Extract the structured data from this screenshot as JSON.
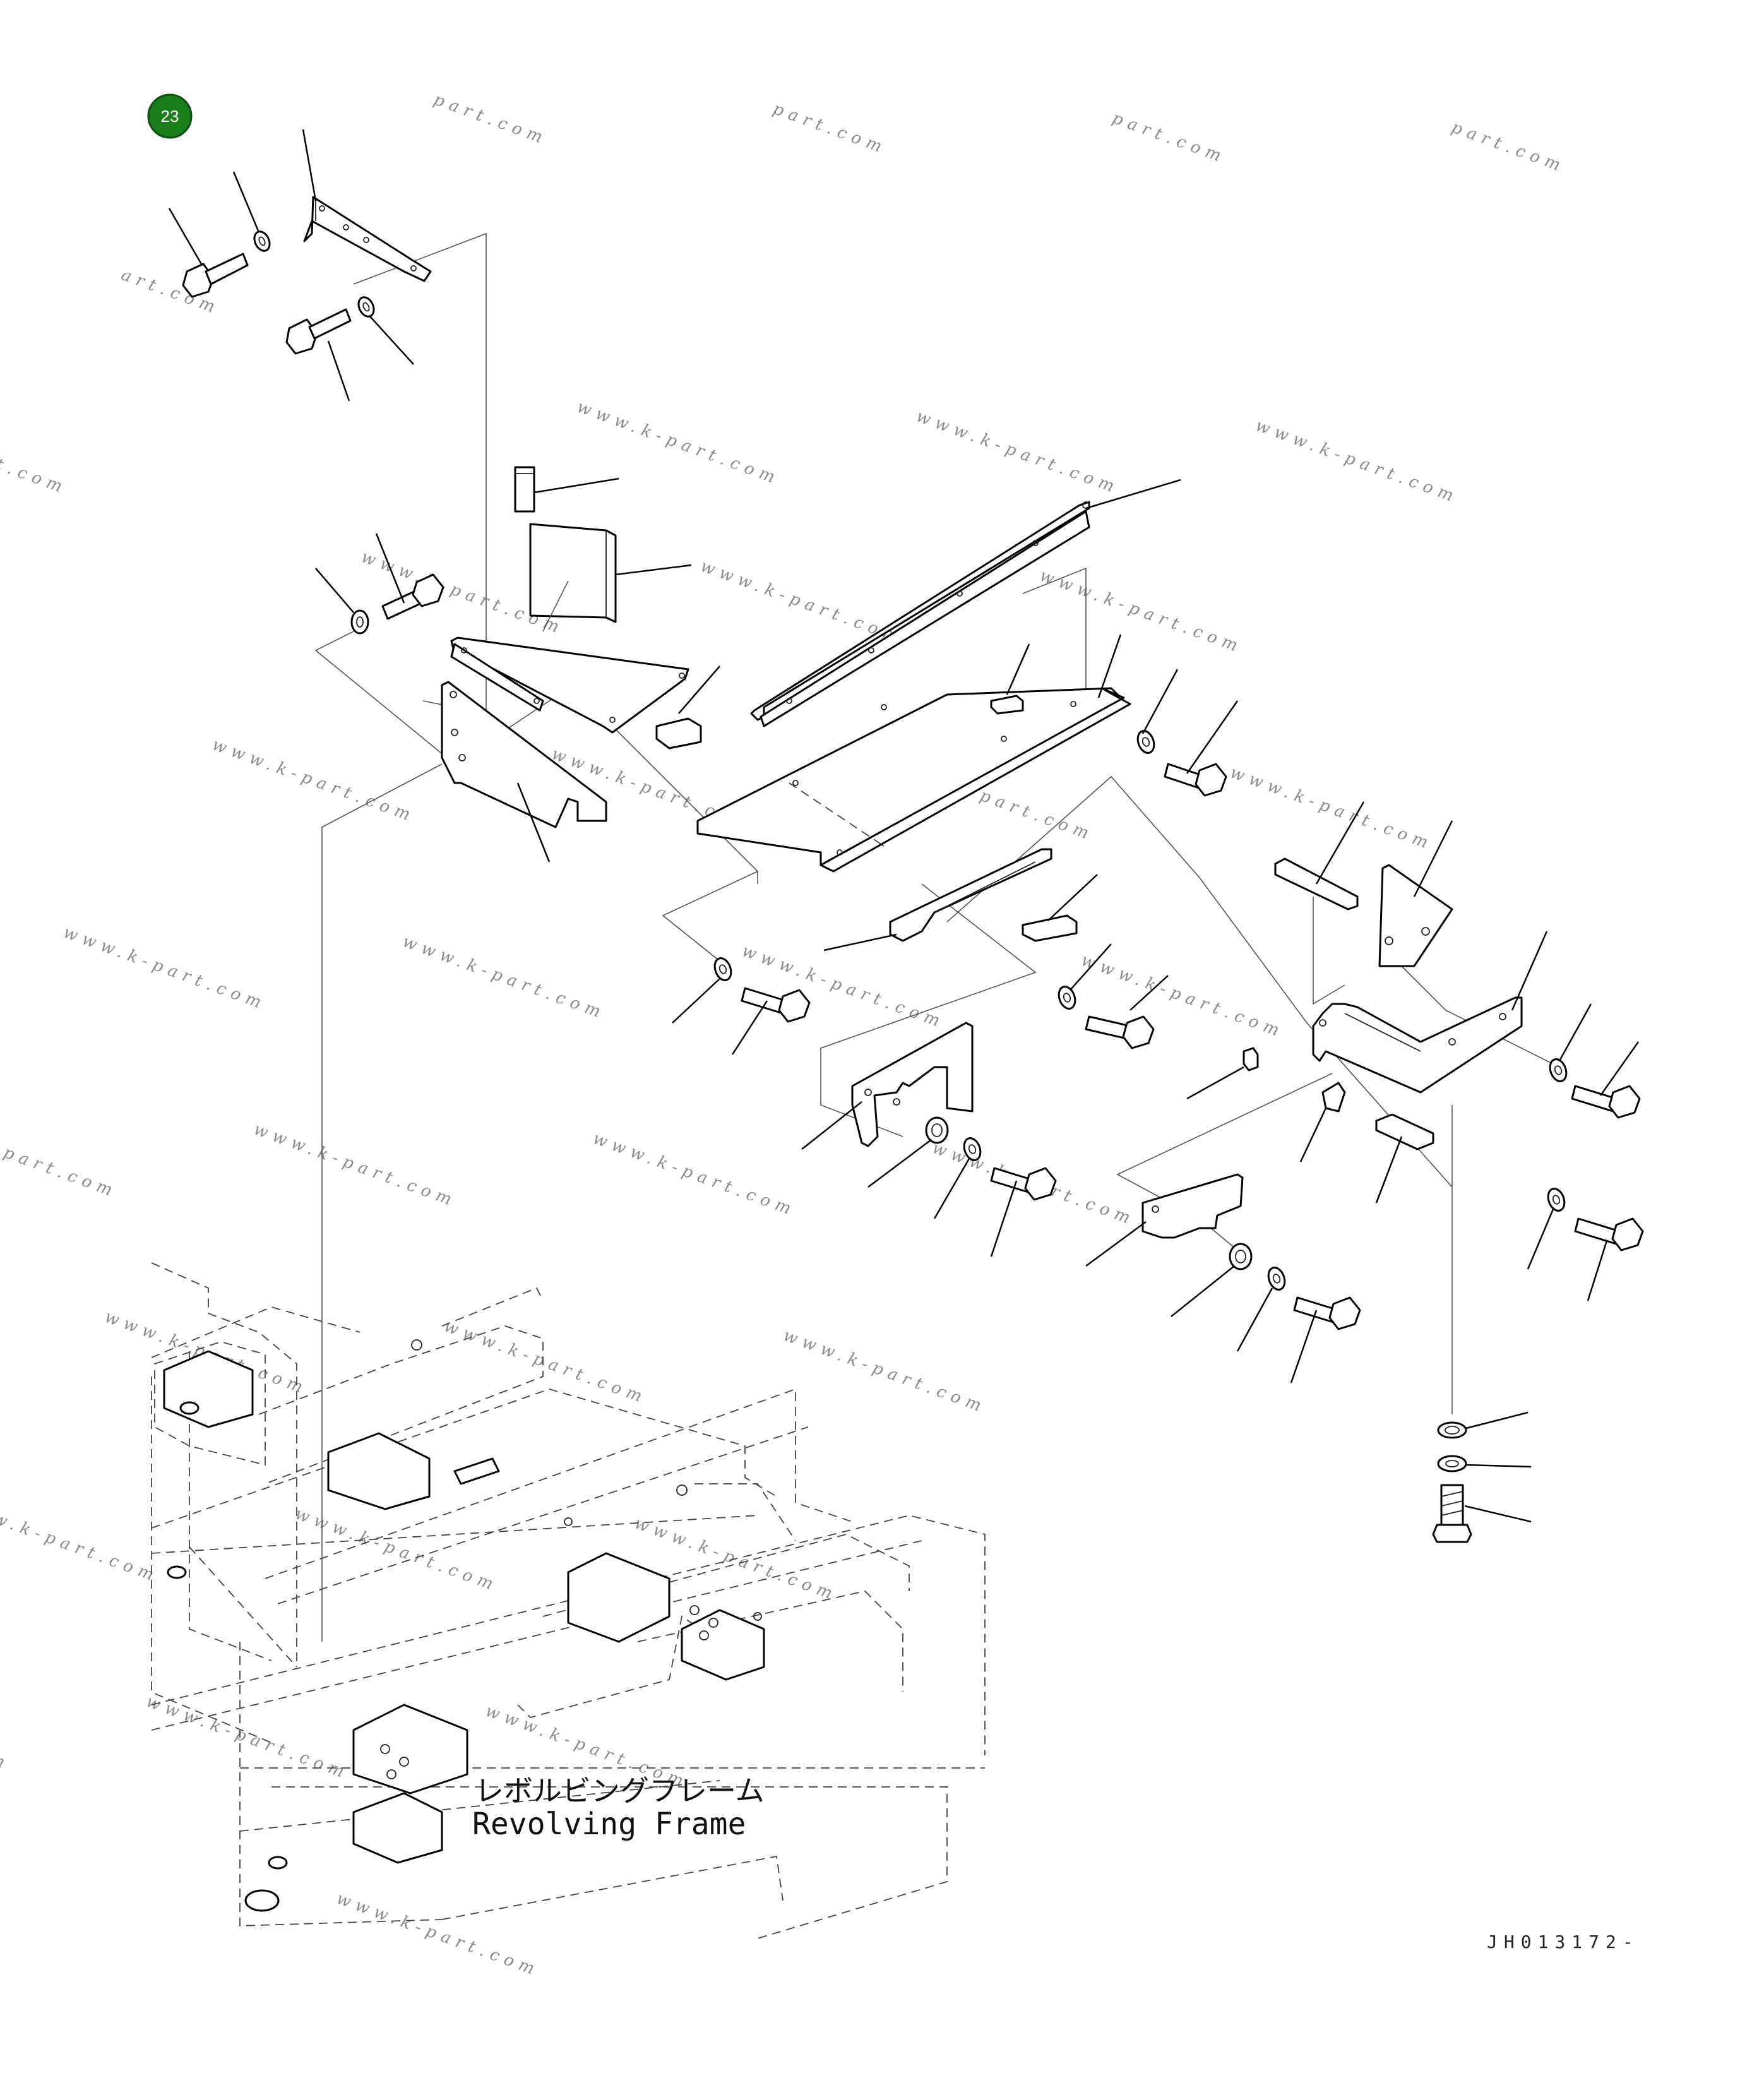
{
  "diagram": {
    "callout_badge": {
      "label": "23",
      "color": "#1a7f1a"
    },
    "frame_label_jp": "レボルビングフレーム",
    "frame_label_en": "Revolving Frame",
    "document_id": "JH013172-",
    "watermark_lines": [
      "part.com",
      "www.k-part.com",
      "art.com"
    ]
  }
}
